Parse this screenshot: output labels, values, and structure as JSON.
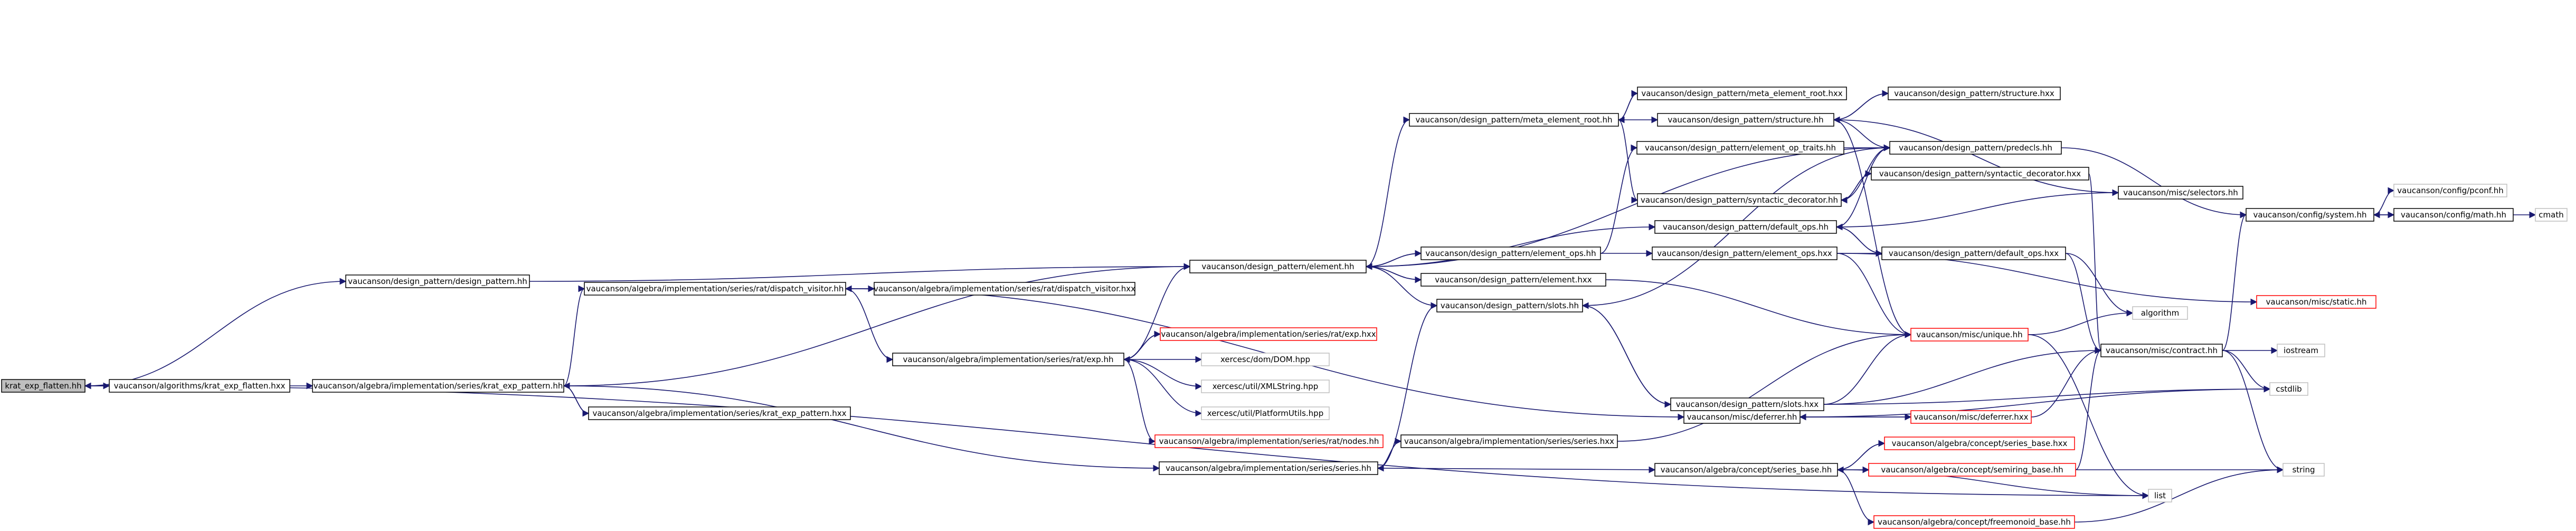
{
  "colors": {
    "edge": "#191970",
    "edge_light": "#9aa0a6",
    "node_border": "#000000",
    "node_border_missing": "#ff0000",
    "node_border_system": "#bfbfbf",
    "root_fill": "#bfbfbf"
  },
  "nodes": [
    {
      "id": "krat_exp_flatten_hh",
      "label": "krat_exp_flatten.hh",
      "kind": "root"
    },
    {
      "id": "alg_krat_exp_flatten_hxx",
      "label": "vaucanson/algorithms/krat_exp_flatten.hxx",
      "kind": "normal"
    },
    {
      "id": "krat_exp_pattern_hh",
      "label": "vaucanson/algebra/implementation/series/krat_exp_pattern.hh",
      "kind": "normal"
    },
    {
      "id": "dp_design_pattern_hh",
      "label": "vaucanson/design_pattern/design_pattern.hh",
      "kind": "normal"
    },
    {
      "id": "dispatch_visitor_hh",
      "label": "vaucanson/algebra/implementation/series/rat/dispatch_visitor.hh",
      "kind": "normal"
    },
    {
      "id": "krat_exp_pattern_hxx",
      "label": "vaucanson/algebra/implementation/series/krat_exp_pattern.hxx",
      "kind": "normal"
    },
    {
      "id": "dp_element_hh",
      "label": "vaucanson/design_pattern/element.hh",
      "kind": "normal"
    },
    {
      "id": "dispatch_visitor_hxx",
      "label": "vaucanson/algebra/implementation/series/rat/dispatch_visitor.hxx",
      "kind": "normal"
    },
    {
      "id": "rat_exp_hh",
      "label": "vaucanson/algebra/implementation/series/rat/exp.hh",
      "kind": "normal"
    },
    {
      "id": "rat_exp_hxx",
      "label": "vaucanson/algebra/implementation/series/rat/exp.hxx",
      "kind": "missing"
    },
    {
      "id": "xercesc_dom",
      "label": "xercesc/dom/DOM.hpp",
      "kind": "system"
    },
    {
      "id": "xercesc_xmlstring",
      "label": "xercesc/util/XMLString.hpp",
      "kind": "system"
    },
    {
      "id": "xercesc_platformutils",
      "label": "xercesc/util/PlatformUtils.hpp",
      "kind": "system"
    },
    {
      "id": "rat_nodes_hh",
      "label": "vaucanson/algebra/implementation/series/rat/nodes.hh",
      "kind": "missing"
    },
    {
      "id": "series_series_hh",
      "label": "vaucanson/algebra/implementation/series/series.hh",
      "kind": "normal"
    },
    {
      "id": "series_series_hxx",
      "label": "vaucanson/algebra/implementation/series/series.hxx",
      "kind": "normal"
    },
    {
      "id": "dp_meta_element_root_hh",
      "label": "vaucanson/design_pattern/meta_element_root.hh",
      "kind": "normal"
    },
    {
      "id": "dp_meta_element_root_hxx",
      "label": "vaucanson/design_pattern/meta_element_root.hxx",
      "kind": "normal"
    },
    {
      "id": "dp_structure_hh",
      "label": "vaucanson/design_pattern/structure.hh",
      "kind": "normal"
    },
    {
      "id": "dp_structure_hxx",
      "label": "vaucanson/design_pattern/structure.hxx",
      "kind": "normal"
    },
    {
      "id": "dp_predecls_hh",
      "label": "vaucanson/design_pattern/predecls.hh",
      "kind": "normal"
    },
    {
      "id": "dp_element_op_traits_hh",
      "label": "vaucanson/design_pattern/element_op_traits.hh",
      "kind": "normal"
    },
    {
      "id": "dp_syntactic_decorator_hxx",
      "label": "vaucanson/design_pattern/syntactic_decorator.hxx",
      "kind": "normal"
    },
    {
      "id": "dp_syntactic_decorator_hh",
      "label": "vaucanson/design_pattern/syntactic_decorator.hh",
      "kind": "normal"
    },
    {
      "id": "misc_selectors_hh",
      "label": "vaucanson/misc/selectors.hh",
      "kind": "normal"
    },
    {
      "id": "dp_default_ops_hh",
      "label": "vaucanson/design_pattern/default_ops.hh",
      "kind": "normal"
    },
    {
      "id": "dp_element_ops_hh",
      "label": "vaucanson/design_pattern/element_ops.hh",
      "kind": "normal"
    },
    {
      "id": "dp_element_ops_hxx",
      "label": "vaucanson/design_pattern/element_ops.hxx",
      "kind": "normal"
    },
    {
      "id": "dp_default_ops_hxx",
      "label": "vaucanson/design_pattern/default_ops.hxx",
      "kind": "normal"
    },
    {
      "id": "dp_element_hxx",
      "label": "vaucanson/design_pattern/element.hxx",
      "kind": "normal"
    },
    {
      "id": "dp_slots_hh",
      "label": "vaucanson/design_pattern/slots.hh",
      "kind": "normal"
    },
    {
      "id": "dp_slots_hxx",
      "label": "vaucanson/design_pattern/slots.hxx",
      "kind": "normal"
    },
    {
      "id": "config_system_hh",
      "label": "vaucanson/config/system.hh",
      "kind": "normal"
    },
    {
      "id": "config_conf_hh",
      "label": "vaucanson/config/pconf.hh",
      "kind": "system"
    },
    {
      "id": "config_math_hh",
      "label": "vaucanson/config/math.hh",
      "kind": "normal"
    },
    {
      "id": "cmath",
      "label": "cmath",
      "kind": "system"
    },
    {
      "id": "misc_static_hh",
      "label": "vaucanson/misc/static.hh",
      "kind": "missing"
    },
    {
      "id": "algorithm",
      "label": "algorithm",
      "kind": "system"
    },
    {
      "id": "misc_unique_hh",
      "label": "vaucanson/misc/unique.hh",
      "kind": "missing"
    },
    {
      "id": "misc_contract_hh",
      "label": "vaucanson/misc/contract.hh",
      "kind": "normal"
    },
    {
      "id": "iostream",
      "label": "iostream",
      "kind": "system"
    },
    {
      "id": "cstdlib",
      "label": "cstdlib",
      "kind": "system"
    },
    {
      "id": "misc_deferrer_hh",
      "label": "vaucanson/misc/deferrer.hh",
      "kind": "normal"
    },
    {
      "id": "misc_deferrer_hxx",
      "label": "vaucanson/misc/deferrer.hxx",
      "kind": "missing"
    },
    {
      "id": "concept_series_base_hxx",
      "label": "vaucanson/algebra/concept/series_base.hxx",
      "kind": "missing"
    },
    {
      "id": "concept_series_base_hh",
      "label": "vaucanson/algebra/concept/series_base.hh",
      "kind": "normal"
    },
    {
      "id": "concept_semiring_base_hh",
      "label": "vaucanson/algebra/concept/semiring_base.hh",
      "kind": "missing"
    },
    {
      "id": "string",
      "label": "string",
      "kind": "system"
    },
    {
      "id": "list",
      "label": "list",
      "kind": "system"
    },
    {
      "id": "concept_freemonoid_base_hh",
      "label": "vaucanson/algebra/concept/freemonoid_base.hh",
      "kind": "missing"
    }
  ]
}
